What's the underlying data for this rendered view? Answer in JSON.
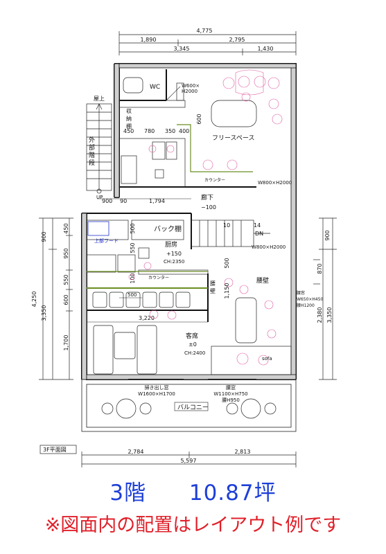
{
  "dimensions": {
    "top_total": "4,775",
    "top_row2": [
      "1,890",
      "2,795"
    ],
    "top_row3": [
      "3,345",
      "1,430"
    ],
    "bottom_row1": [
      "2,784",
      "2,813"
    ],
    "bottom_total": "5,597",
    "left_outer": [
      "900",
      "4,250"
    ],
    "left_inner": [
      "3,350"
    ],
    "left_detail": [
      "450",
      "950",
      "550",
      "600",
      "1,700"
    ],
    "right_outer": [
      "900",
      "2,380",
      "3,350"
    ],
    "right_inner": [
      "870"
    ],
    "mid_row": [
      "900",
      "90",
      "1,794"
    ],
    "cabinet_row": [
      "450",
      "780",
      "350",
      "400"
    ],
    "kitchen_left": [
      "500",
      "550",
      "100"
    ],
    "counter_len": "3,220",
    "stair_dims": [
      "500",
      "1,150"
    ],
    "misc_600": "600",
    "misc_500": "500"
  },
  "rooms": {
    "wc": "WC",
    "wc_door": "W600×\nH2000",
    "storage": "収\n納\n棚",
    "free_space": "フリースペース",
    "counter_upper": "カウンター",
    "window_upper": "W800×H2000",
    "corridor": "廊下",
    "corridor_level": "−100",
    "back_shelf": "バック棚",
    "kitchen": "厨房",
    "kitchen_level": "+150",
    "kitchen_ch": "CH:2350",
    "range_hood": "上部フード",
    "counter_lower": "カウンター",
    "wall": "腰壁",
    "seating": "客席",
    "seating_level": "±0",
    "seating_ch": "CH:2400",
    "sofa": "sofa",
    "waist_window_right": "腰窓\nW650×H450\n腰H1200",
    "stairs_window": "W800×H2000",
    "stair_numbers": [
      "10",
      "14"
    ],
    "stair_dn": "DN",
    "outer_stair": "外部階段",
    "roof": "屋上",
    "up": "UP",
    "bay_window": "掃き出し窓\nW1600×H1700",
    "waist_window_bottom": "腰窓\nW1100×H750\n腰H950",
    "balcony": "バルコニー",
    "pillar": "腰\n壁"
  },
  "plan_title": "3F平面図",
  "caption": {
    "floor": "3階",
    "area": "10.87坪",
    "note": "※図面内の配置はレイアウト例です"
  }
}
